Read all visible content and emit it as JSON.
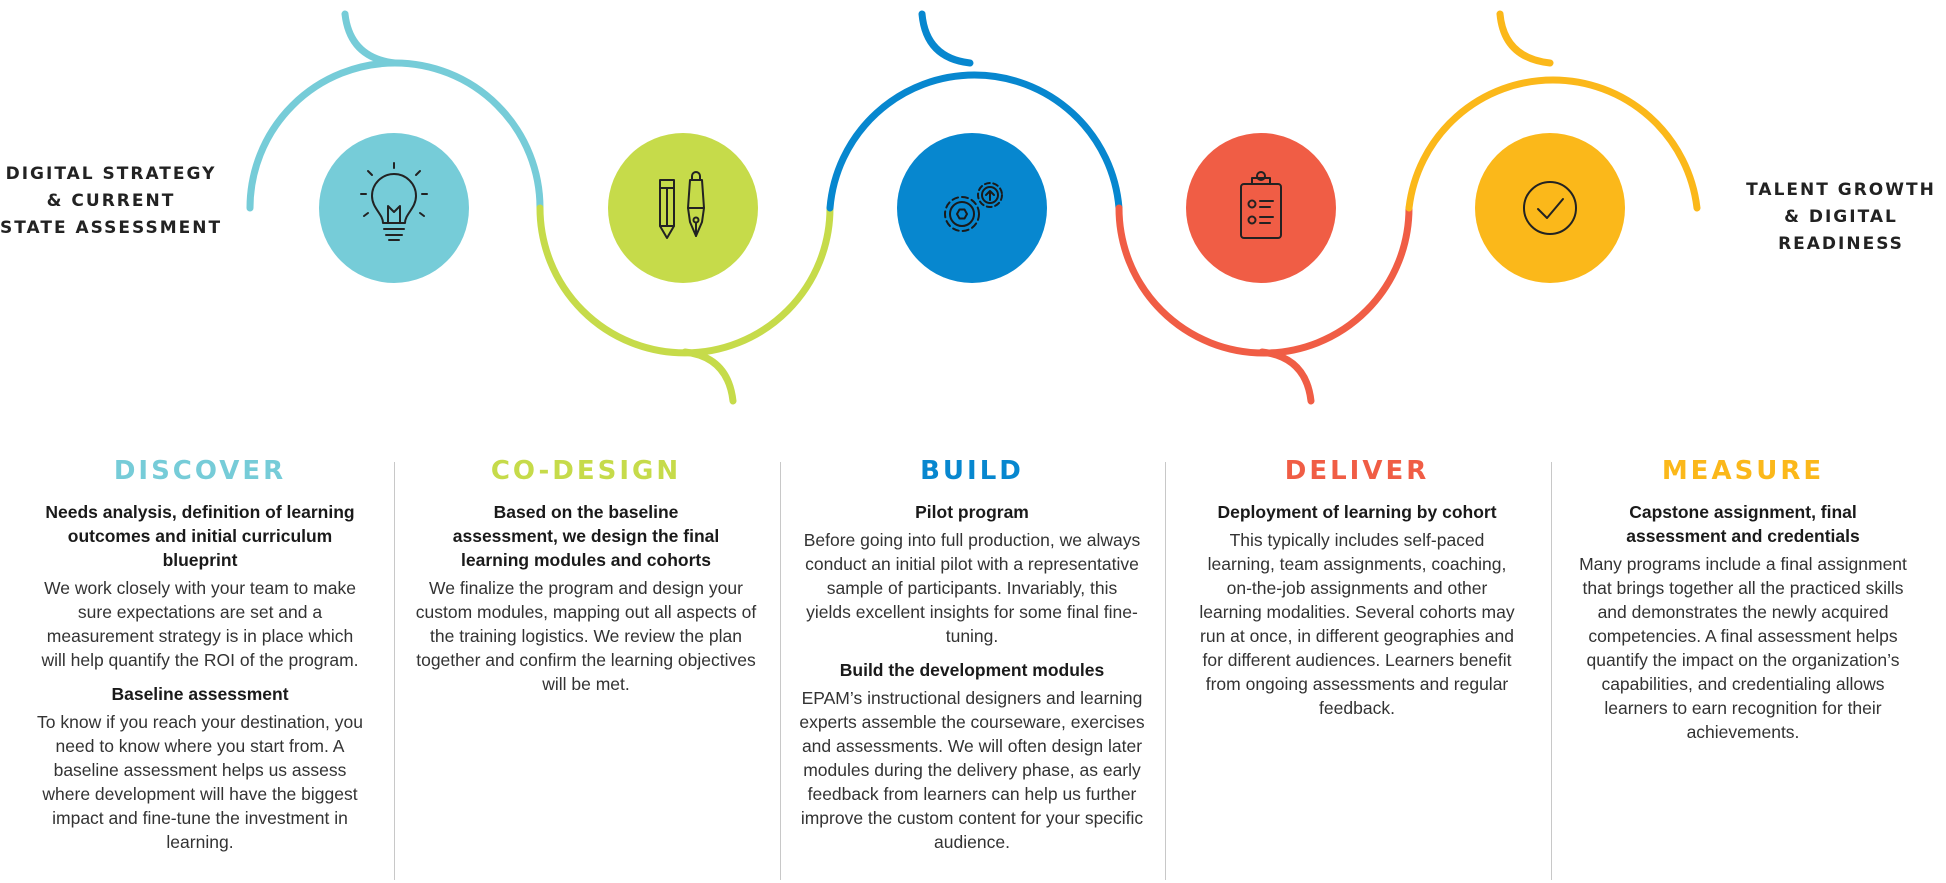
{
  "colors": {
    "discover": "#76CCD8",
    "co_design": "#C6DB4A",
    "build": "#0787CF",
    "deliver": "#F05D45",
    "measure": "#FBB81A",
    "icon_stroke": "#222222"
  },
  "start_label": [
    "DIGITAL STRATEGY",
    "& CURRENT",
    "STATE ASSESSMENT"
  ],
  "end_label": [
    "TALENT GROWTH",
    "& DIGITAL",
    "READINESS"
  ],
  "icons": [
    "lightbulb-icon",
    "pencil-pen-icon",
    "gears-icon",
    "clipboard-checklist-icon",
    "checkmark-circle-icon"
  ],
  "phases": [
    {
      "title": "DISCOVER",
      "color": "#76CCD8",
      "blocks": [
        {
          "sub": "Needs analysis, definition of learning outcomes and initial curriculum blueprint",
          "body": "We work closely with your team to make sure expectations are set and a measurement strategy is in place which will help quantify the ROI of the program."
        },
        {
          "sub": "Baseline assessment",
          "body": "To know if you reach your destination, you need to know where you start from. A baseline assessment helps us assess where development will have the biggest impact and fine-tune the investment in learning."
        }
      ]
    },
    {
      "title": "CO-DESIGN",
      "color": "#C6DB4A",
      "blocks": [
        {
          "sub": "Based on the baseline assessment, we design the final learning modules and cohorts",
          "body": "We finalize the program and design your custom modules, mapping out all aspects of the training logistics. We review the plan together and confirm the learning objectives will be met."
        }
      ]
    },
    {
      "title": "BUILD",
      "color": "#0787CF",
      "blocks": [
        {
          "sub": "Pilot program",
          "body": "Before going into full production, we always conduct an initial pilot with a representative sample of participants. Invariably, this yields excellent insights for some final fine-tuning."
        },
        {
          "sub": "Build the development modules",
          "body": "EPAM’s instructional designers and learning experts assemble the courseware, exercises and assessments. We will often design later modules during the delivery phase, as early feedback from learners can help us further improve the custom content for your specific audience."
        }
      ]
    },
    {
      "title": "DELIVER",
      "color": "#F05D45",
      "blocks": [
        {
          "sub": "Deployment of learning by cohort",
          "body": "This typically includes self-paced learning, team assignments, coaching, on-the-job assignments and other learning modalities. Several cohorts may run at once, in different geographies and for different audiences. Learners benefit from ongoing assessments and regular feedback."
        }
      ]
    },
    {
      "title": "MEASURE",
      "color": "#FBB81A",
      "blocks": [
        {
          "sub": "Capstone assignment, final assessment and credentials",
          "body": "Many programs include a final assignment that brings together all the practiced skills and demonstrates the newly acquired competencies. A final assessment helps quantify the impact on the organization’s capabilities, and credentialing allows learners to earn recognition for their achievements."
        }
      ]
    }
  ]
}
